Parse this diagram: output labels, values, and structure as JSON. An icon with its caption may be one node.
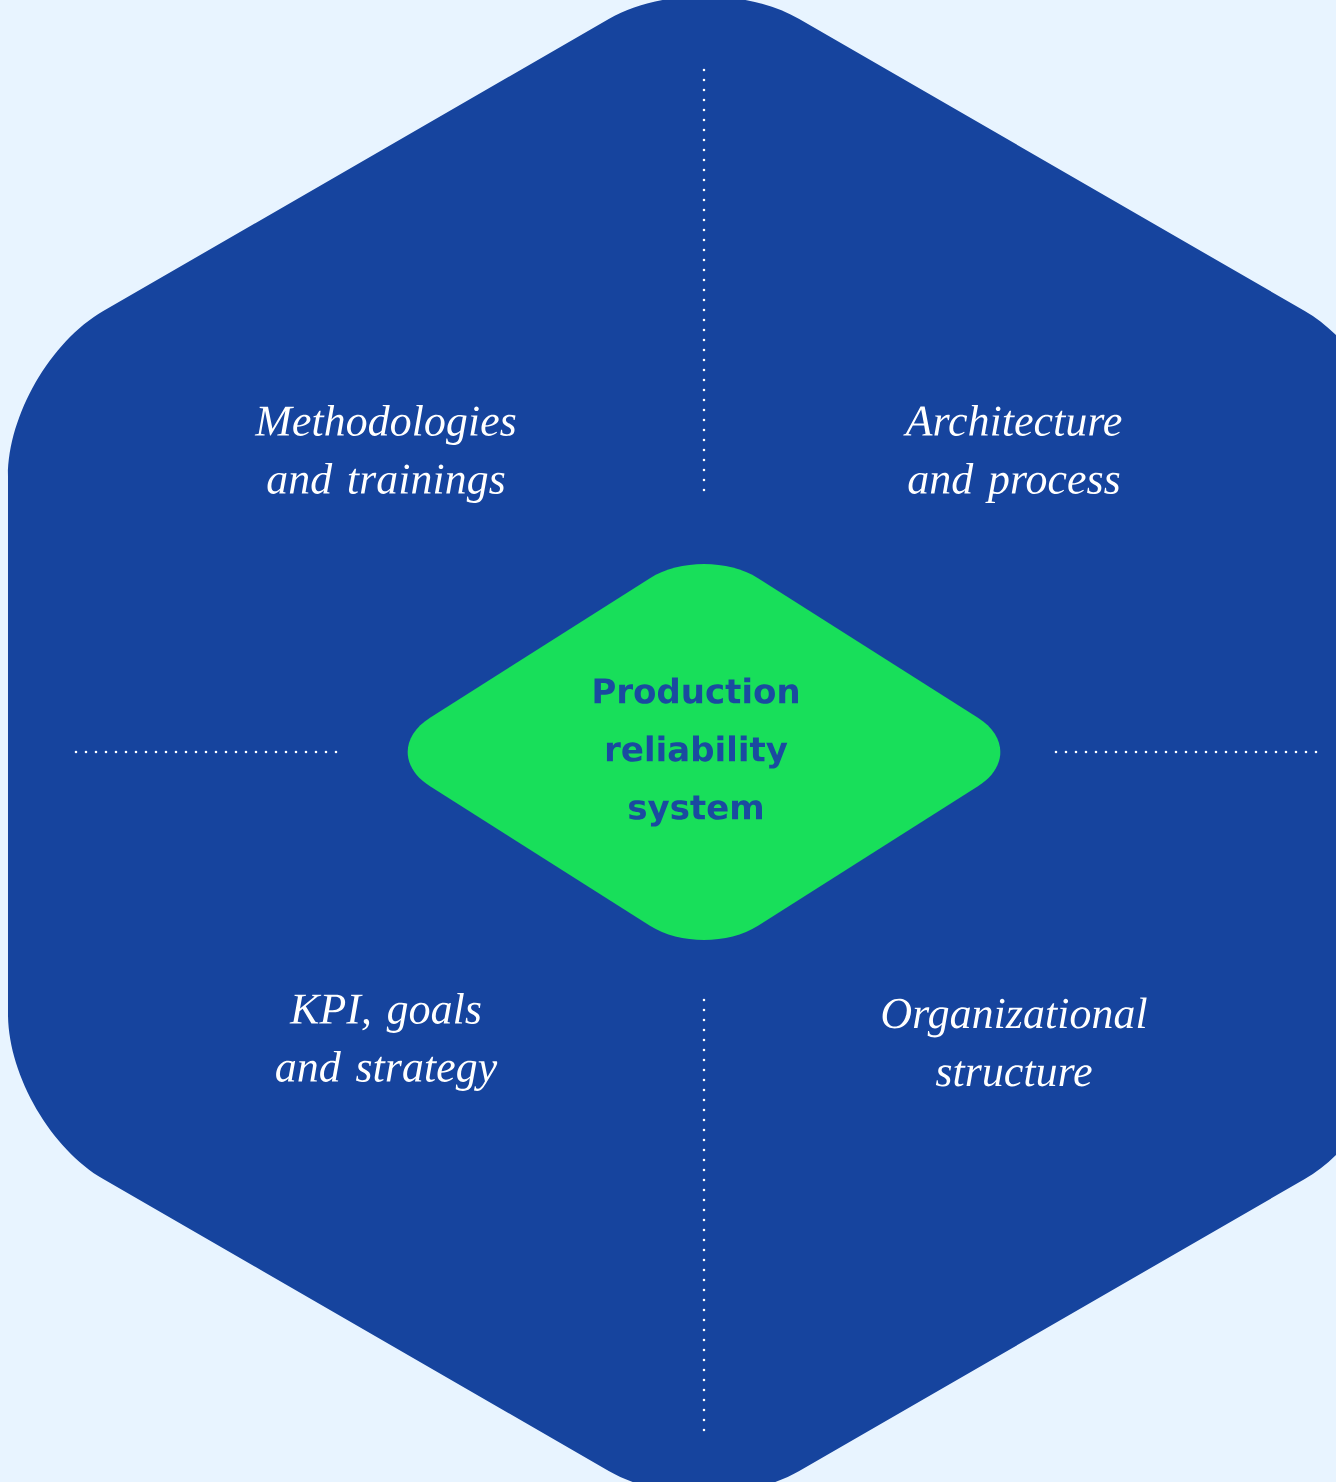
{
  "diagram": {
    "nodes": [
      {
        "text": [
          "Methodologies and trainings",
          "Architecture and process",
          "KPI, goals and strategy",
          "Organizational structure"
        ]
      },
      {
        "text": [
          "Production reliability system"
        ],
        "in": 0
      }
    ],
    "edges": []
  }
}
